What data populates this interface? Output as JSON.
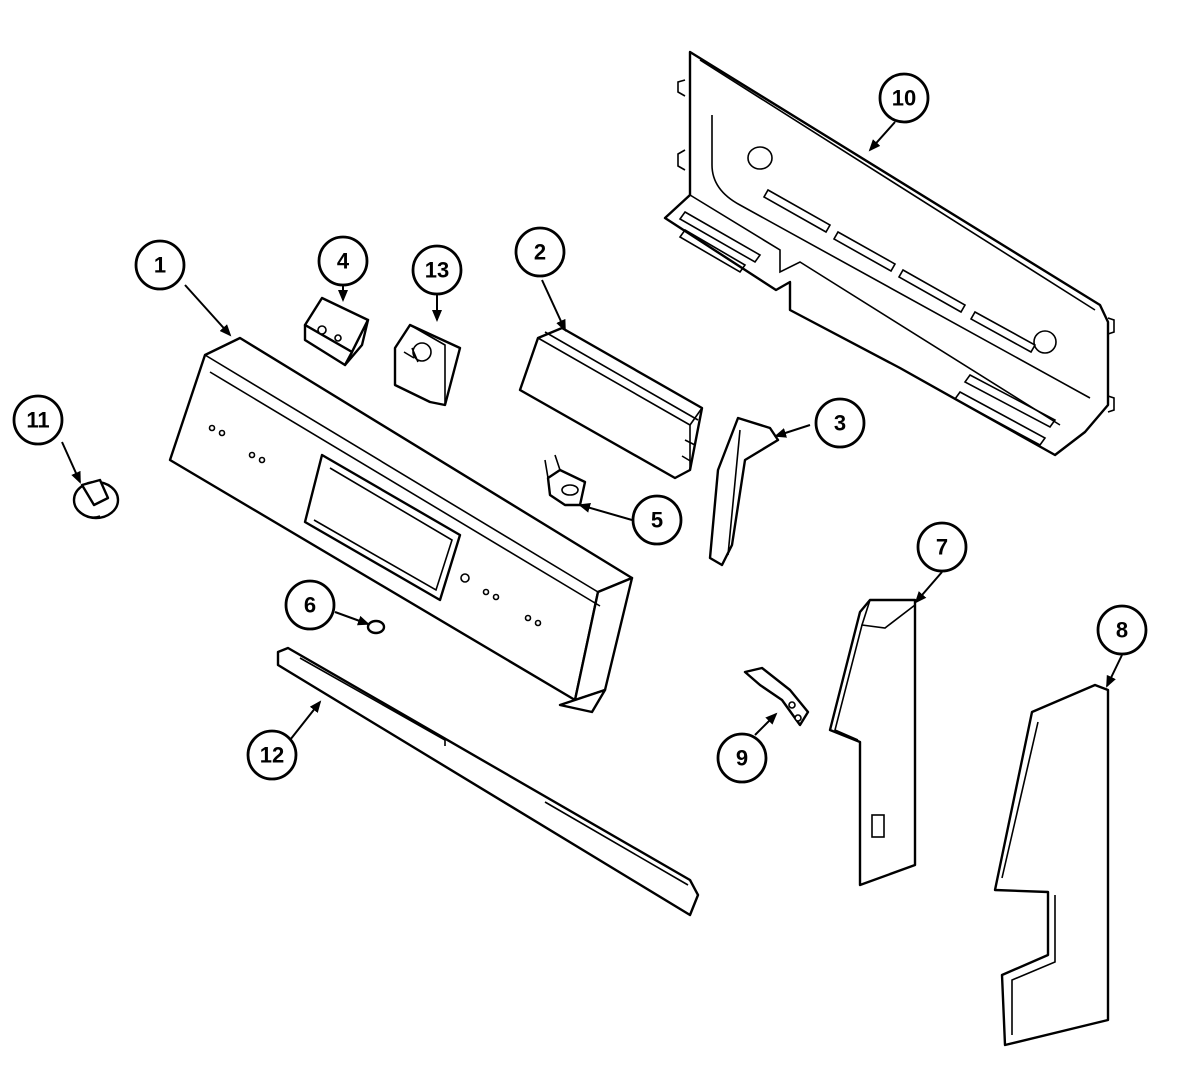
{
  "callouts": [
    {
      "id": "1",
      "label": "1"
    },
    {
      "id": "2",
      "label": "2"
    },
    {
      "id": "3",
      "label": "3"
    },
    {
      "id": "4",
      "label": "4"
    },
    {
      "id": "5",
      "label": "5"
    },
    {
      "id": "6",
      "label": "6"
    },
    {
      "id": "7",
      "label": "7"
    },
    {
      "id": "8",
      "label": "8"
    },
    {
      "id": "9",
      "label": "9"
    },
    {
      "id": "10",
      "label": "10"
    },
    {
      "id": "11",
      "label": "11"
    },
    {
      "id": "12",
      "label": "12"
    },
    {
      "id": "13",
      "label": "13"
    }
  ],
  "colors": {
    "line": "#000000",
    "background": "#ffffff"
  }
}
